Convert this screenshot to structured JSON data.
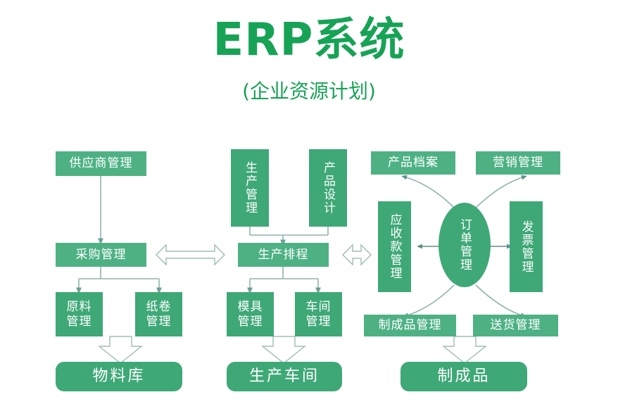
{
  "header": {
    "title": "ERP系统",
    "subtitle": "(企业资源计划)"
  },
  "colors": {
    "brand_green": "#17a356",
    "box_fill": "#3fa877",
    "box_fill_light": "#4eb184",
    "box_fill_pale": "#57b68b",
    "text_on_box": "#ffffff",
    "connector": "#7fa9a0",
    "background": "#ffffff"
  },
  "diagram": {
    "type": "flowchart",
    "columns": [
      {
        "name": "procurement-column",
        "nodes": [
          "supplier-management",
          "purchase-management",
          "raw-material-management",
          "paper-roll-management",
          "material-warehouse"
        ]
      },
      {
        "name": "production-column",
        "nodes": [
          "production-management",
          "product-design",
          "production-scheduling",
          "mold-management",
          "workshop-management",
          "production-workshop"
        ]
      },
      {
        "name": "order-column",
        "nodes": [
          "product-archive",
          "marketing-management",
          "receivables-management",
          "order-management",
          "invoice-management",
          "finished-goods-management",
          "delivery-management",
          "finished-goods"
        ]
      }
    ],
    "nodes": [
      {
        "id": "supplier-management",
        "label": "供应商管理",
        "orientation": "horizontal",
        "shape": "rect",
        "tone": "light"
      },
      {
        "id": "purchase-management",
        "label": "采购管理",
        "orientation": "horizontal",
        "shape": "rect",
        "tone": "light"
      },
      {
        "id": "raw-material-management",
        "label": "原料\n管理",
        "orientation": "horizontal",
        "shape": "rect",
        "tone": "normal"
      },
      {
        "id": "paper-roll-management",
        "label": "纸卷\n管理",
        "orientation": "horizontal",
        "shape": "rect",
        "tone": "normal"
      },
      {
        "id": "material-warehouse",
        "label": "物料库",
        "orientation": "horizontal",
        "shape": "rounded",
        "tone": "normal"
      },
      {
        "id": "production-management",
        "label": "生产管理",
        "orientation": "vertical",
        "shape": "rect",
        "tone": "normal"
      },
      {
        "id": "product-design",
        "label": "产品设计",
        "orientation": "vertical",
        "shape": "rect",
        "tone": "normal"
      },
      {
        "id": "production-scheduling",
        "label": "生产排程",
        "orientation": "horizontal",
        "shape": "rect",
        "tone": "light"
      },
      {
        "id": "mold-management",
        "label": "模具\n管理",
        "orientation": "horizontal",
        "shape": "rect",
        "tone": "normal"
      },
      {
        "id": "workshop-management",
        "label": "车间\n管理",
        "orientation": "horizontal",
        "shape": "rect",
        "tone": "normal"
      },
      {
        "id": "production-workshop",
        "label": "生产车间",
        "orientation": "horizontal",
        "shape": "rounded",
        "tone": "normal"
      },
      {
        "id": "product-archive",
        "label": "产品档案",
        "orientation": "horizontal",
        "shape": "rect",
        "tone": "light"
      },
      {
        "id": "marketing-management",
        "label": "营销管理",
        "orientation": "horizontal",
        "shape": "rect",
        "tone": "light"
      },
      {
        "id": "receivables-management",
        "label": "应收款管理",
        "orientation": "vertical",
        "shape": "rect",
        "tone": "normal"
      },
      {
        "id": "order-management",
        "label": "订单管理",
        "orientation": "vertical",
        "shape": "ellipse",
        "tone": "normal"
      },
      {
        "id": "invoice-management",
        "label": "发票管理",
        "orientation": "vertical",
        "shape": "rect",
        "tone": "normal"
      },
      {
        "id": "finished-goods-management",
        "label": "制成品管理",
        "orientation": "horizontal",
        "shape": "rect",
        "tone": "light"
      },
      {
        "id": "delivery-management",
        "label": "送货管理",
        "orientation": "horizontal",
        "shape": "rect",
        "tone": "light"
      },
      {
        "id": "finished-goods",
        "label": "制成品",
        "orientation": "horizontal",
        "shape": "rounded",
        "tone": "normal"
      }
    ],
    "connectors": [
      {
        "from": "supplier-management",
        "to": "purchase-management",
        "style": "line-arrow",
        "direction": "down"
      },
      {
        "from": "purchase-management",
        "to": "raw-material-management",
        "style": "fork-arrow",
        "direction": "down"
      },
      {
        "from": "purchase-management",
        "to": "paper-roll-management",
        "style": "fork-arrow",
        "direction": "down"
      },
      {
        "from": "raw-material-management",
        "to": "material-warehouse",
        "style": "block-arrow",
        "direction": "down"
      },
      {
        "from": "production-management",
        "to": "production-scheduling",
        "style": "fork-arrow",
        "direction": "down"
      },
      {
        "from": "product-design",
        "to": "production-scheduling",
        "style": "fork-arrow",
        "direction": "down"
      },
      {
        "from": "production-scheduling",
        "to": "mold-management",
        "style": "fork-arrow",
        "direction": "down"
      },
      {
        "from": "production-scheduling",
        "to": "workshop-management",
        "style": "fork-arrow",
        "direction": "down"
      },
      {
        "from": "mold-management",
        "to": "production-workshop",
        "style": "block-arrow",
        "direction": "down"
      },
      {
        "from": "purchase-management",
        "to": "production-scheduling",
        "style": "block-double-arrow",
        "direction": "horizontal"
      },
      {
        "from": "production-scheduling",
        "to": "receivables-management",
        "style": "block-double-arrow",
        "direction": "horizontal"
      },
      {
        "from": "order-management",
        "to": "receivables-management",
        "style": "line-arrow",
        "direction": "left"
      },
      {
        "from": "order-management",
        "to": "invoice-management",
        "style": "line-arrow",
        "direction": "right"
      },
      {
        "from": "order-management",
        "to": "product-archive",
        "style": "curve-arrow",
        "direction": "up-left"
      },
      {
        "from": "order-management",
        "to": "marketing-management",
        "style": "curve-arrow",
        "direction": "up-right"
      },
      {
        "from": "order-management",
        "to": "finished-goods-management",
        "style": "curve-arrow",
        "direction": "down-left"
      },
      {
        "from": "order-management",
        "to": "delivery-management",
        "style": "curve-arrow",
        "direction": "down-right"
      },
      {
        "from": "finished-goods-management",
        "to": "finished-goods",
        "style": "block-arrow",
        "direction": "down"
      }
    ]
  }
}
